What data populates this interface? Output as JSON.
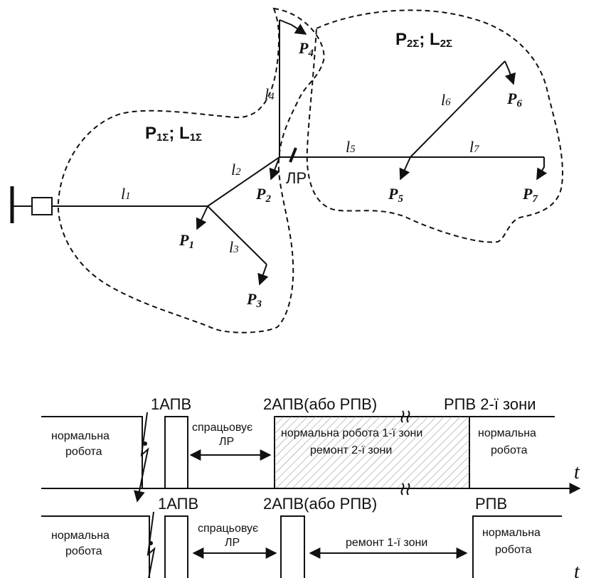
{
  "network": {
    "zone1_label": "P",
    "zone1_sub": "1Σ",
    "zone1_sep": "; L",
    "zone1_sub2": "1Σ",
    "zone2_label": "P",
    "zone2_sub": "2Σ",
    "zone2_sep": "; L",
    "zone2_sub2": "2Σ",
    "switch_label": "ЛР",
    "lines": [
      {
        "base": "l",
        "sub": "1"
      },
      {
        "base": "l",
        "sub": "2"
      },
      {
        "base": "l",
        "sub": "3"
      },
      {
        "base": "l",
        "sub": "4"
      },
      {
        "base": "l",
        "sub": "5"
      },
      {
        "base": "l",
        "sub": "6"
      },
      {
        "base": "l",
        "sub": "7"
      }
    ],
    "loads": [
      {
        "base": "P",
        "sub": "1"
      },
      {
        "base": "P",
        "sub": "2"
      },
      {
        "base": "P",
        "sub": "3"
      },
      {
        "base": "P",
        "sub": "4"
      },
      {
        "base": "P",
        "sub": "5"
      },
      {
        "base": "P",
        "sub": "6"
      },
      {
        "base": "P",
        "sub": "7"
      }
    ]
  },
  "timeline1": {
    "apv1": "1АПВ",
    "apv2": "2АПВ(або РПВ)",
    "rpv": "РПВ 2-ї зони",
    "normal_a": "нормальна",
    "normal_b": "робота",
    "sprats_a": "спрацьовує",
    "sprats_b": "ЛР",
    "zone_a": "нормальна робота 1-ї зони",
    "zone_b": "ремонт 2-ї зони",
    "normal2_a": "нормальна",
    "normal2_b": "робота",
    "t": "t"
  },
  "timeline2": {
    "apv1": "1АПВ",
    "apv2": "2АПВ(або РПВ)",
    "rpv": "РПВ",
    "normal_a": "нормальна",
    "normal_b": "робота",
    "sprats_a": "спрацьовує",
    "sprats_b": "ЛР",
    "repair": "ремонт 1-ї зони",
    "normal2_a": "нормальна",
    "normal2_b": "робота",
    "t": "t"
  }
}
